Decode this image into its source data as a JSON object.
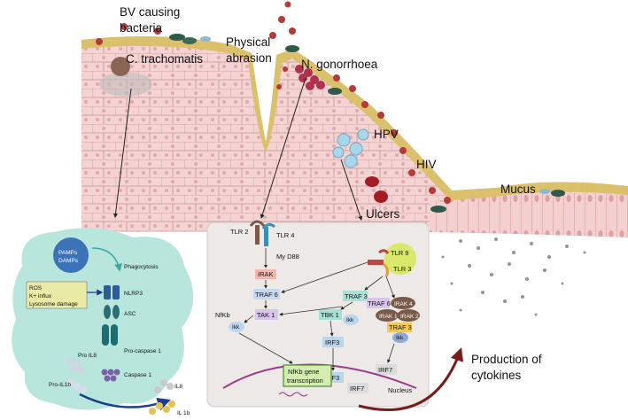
{
  "tissue": {
    "bv_bacteria": "BV causing",
    "bv_bacteria_2": "bacteria",
    "physical": "Physical",
    "abrasion": "abrasion",
    "c_trachomatis": "C. trachomatis",
    "n_gonorrhoea": "N. gonorrhoea",
    "hpv": "HPV",
    "hiv": "HIV",
    "ulcers": "Ulcers",
    "mucus": "Mucus",
    "production_1": "Production of",
    "production_2": "cytokines"
  },
  "inflammasome": {
    "pamps": "PAMPs",
    "damps": "DAMPs",
    "phagocytosis": "Phagocytosis",
    "ros": "ROS",
    "k_influx": "K+ influx",
    "lysosome": "Lysosome damage",
    "nlrp3": "NLRP3",
    "asc": "ASC",
    "pro_caspase": "Pro-caspase 1",
    "caspase": "Caspase 1",
    "pro_il8": "Pro IL8",
    "pro_il1b": "Pro-IL1b",
    "il8": "IL8",
    "il1b": "IL 1b"
  },
  "tlr": {
    "tlr2": "TLR 2",
    "tlr4": "TLR 4",
    "myd88": "My D88",
    "irak": "IRAK",
    "traf6_a": "TRAF 6",
    "tak1": "TAK 1",
    "nfkb": "NfKb",
    "ikk_a": "Ikk",
    "tlr9": "TLR 9",
    "tlr3": "TLR 3",
    "traf3_a": "TRAF 3",
    "tbk1": "TBK 1",
    "ikk_b": "Ikk",
    "traf6_b": "TRAF 6",
    "irak4": "IRAK 4",
    "irak1": "IRAK 1",
    "irak2": "IRAK 2",
    "traf3_b": "TRAF 3",
    "ikk_c": "Ikk",
    "irf3_a": "IRF3",
    "irf3_b": "IRF3",
    "irf7_a": "IRF7",
    "irf7_b": "IRF7",
    "nfkb_gene_1": "NfKb gene",
    "nfkb_gene_2": "transcription",
    "nucleus": "Nucleus"
  },
  "colors": {
    "mucus": "#d9c066",
    "tissue": "#f2cccc",
    "cell_line": "#c98f8f",
    "inflammasome_bg": "#b8e6dc",
    "tlr_bg": "#ece9e7",
    "arrow_red": "#7a1b1b",
    "nucleus_line": "#9c3a8c"
  }
}
